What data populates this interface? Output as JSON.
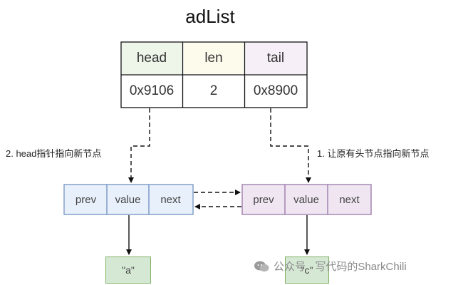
{
  "title": "adList",
  "adlist": {
    "headers": [
      "head",
      "len",
      "tail"
    ],
    "values": [
      "0x9106",
      "2",
      "0x8900"
    ]
  },
  "node_fields": [
    "prev",
    "value",
    "next"
  ],
  "nodes": [
    {
      "value": "\"a\""
    },
    {
      "value": "\"c\""
    }
  ],
  "annotations": {
    "left": "2. head指针指向新节点",
    "right": "1. 让原有头节点指向新节点"
  },
  "watermark": "公众号 · 写代码的SharkChili",
  "colors": {
    "blue_fill": "#dae8fc",
    "blue_stroke": "#6c8ebf",
    "purple_fill": "#e1d5e7",
    "purple_stroke": "#9673a6",
    "green_fill": "#d5e8d4",
    "green_stroke": "#82b366"
  }
}
